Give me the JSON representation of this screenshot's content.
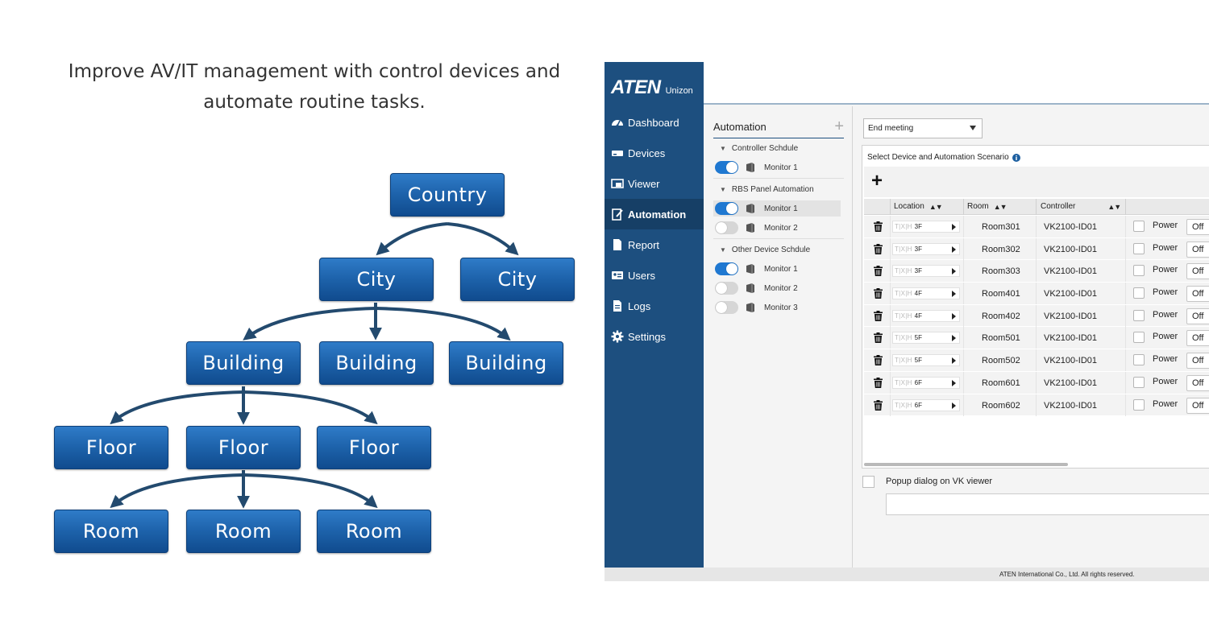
{
  "headline": {
    "line1": "Improve AV/IT management with control devices and",
    "line2": "automate routine tasks."
  },
  "hierarchy": {
    "country": "Country",
    "city": "City",
    "building": "Building",
    "floor": "Floor",
    "room": "Room"
  },
  "colors": {
    "node_blue": "#1d62aa",
    "connector": "#234a6e",
    "sidebar": "#1d4f7f",
    "toggle_on": "#1f78d1"
  },
  "app": {
    "brand": "ATEN",
    "product": "Unizon",
    "nav": [
      {
        "label": "Dashboard",
        "icon": "dashboard-icon"
      },
      {
        "label": "Devices",
        "icon": "devices-icon"
      },
      {
        "label": "Viewer",
        "icon": "viewer-icon"
      },
      {
        "label": "Automation",
        "icon": "automation-icon",
        "active": true
      },
      {
        "label": "Report",
        "icon": "report-icon"
      },
      {
        "label": "Users",
        "icon": "users-icon"
      },
      {
        "label": "Logs",
        "icon": "logs-icon"
      },
      {
        "label": "Settings",
        "icon": "settings-icon"
      }
    ],
    "panel": {
      "title": "Automation",
      "groups": [
        {
          "label": "Controller Schdule",
          "monitors": [
            {
              "label": "Monitor 1",
              "on": true
            }
          ]
        },
        {
          "label": "RBS Panel Automation",
          "monitors": [
            {
              "label": "Monitor 1",
              "on": true,
              "selected": true
            },
            {
              "label": "Monitor 2",
              "on": false
            }
          ]
        },
        {
          "label": "Other Device Schdule",
          "monitors": [
            {
              "label": "Monitor 1",
              "on": true
            },
            {
              "label": "Monitor 2",
              "on": false
            },
            {
              "label": "Monitor 3",
              "on": false
            }
          ]
        }
      ]
    },
    "main": {
      "scenario_select": "End meeting",
      "card_title": "Select Device and Automation Scenario",
      "columns": {
        "location": "Location",
        "room": "Room",
        "controller": "Controller"
      },
      "location_prefix": "T|X|H",
      "action_label": "Power",
      "state_value": "Off",
      "rows": [
        {
          "floor": "3F",
          "room": "Room301",
          "controller": "VK2100-ID01"
        },
        {
          "floor": "3F",
          "room": "Room302",
          "controller": "VK2100-ID01"
        },
        {
          "floor": "3F",
          "room": "Room303",
          "controller": "VK2100-ID01"
        },
        {
          "floor": "4F",
          "room": "Room401",
          "controller": "VK2100-ID01"
        },
        {
          "floor": "4F",
          "room": "Room402",
          "controller": "VK2100-ID01"
        },
        {
          "floor": "5F",
          "room": "Room501",
          "controller": "VK2100-ID01"
        },
        {
          "floor": "5F",
          "room": "Room502",
          "controller": "VK2100-ID01"
        },
        {
          "floor": "6F",
          "room": "Room601",
          "controller": "VK2100-ID01"
        },
        {
          "floor": "6F",
          "room": "Room602",
          "controller": "VK2100-ID01"
        }
      ],
      "popup_label": "Popup dialog on VK viewer"
    },
    "footer": "ATEN International Co., Ltd. All rights reserved."
  }
}
